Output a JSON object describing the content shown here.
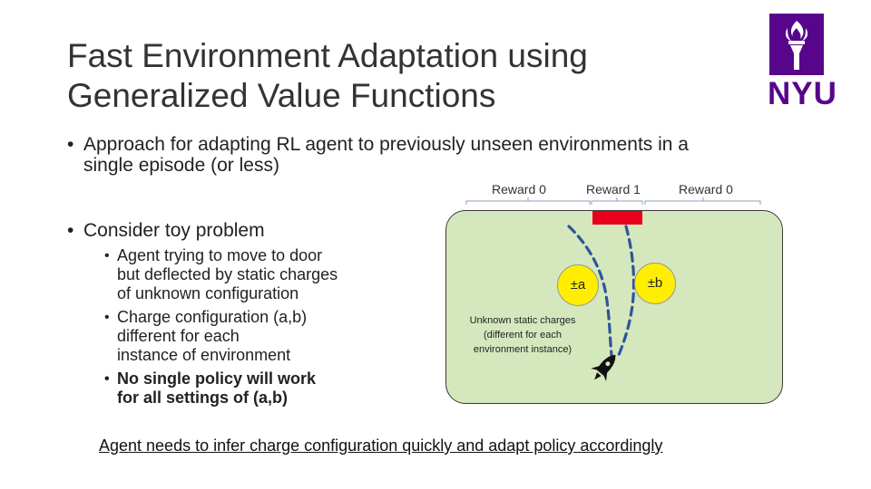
{
  "slide": {
    "title_line1": "Fast Environment Adaptation using",
    "title_line2": "Generalized Value Functions",
    "logo_text": "NYU",
    "bullets": [
      {
        "line1": "Approach for adapting RL agent to previously unseen environments in a",
        "line2": "single episode (or less)"
      },
      {
        "line1": "Consider toy problem"
      }
    ],
    "sub_bullets": [
      {
        "lines": [
          "Agent trying to move to door",
          "but deflected by static charges",
          "of unknown configuration"
        ]
      },
      {
        "lines": [
          "Charge configuration (a,b)",
          "different for each",
          "instance of environment"
        ]
      },
      {
        "lines": [
          "No single policy will work",
          "for all settings of (a,b)"
        ]
      }
    ],
    "footer": "Agent needs to infer charge configuration quickly and adapt policy accordingly"
  },
  "diagram": {
    "rewards": [
      "Reward 0",
      "Reward 1",
      "Reward 0"
    ],
    "charges": [
      "±a",
      "±b"
    ],
    "caption_lines": [
      "Unknown static charges",
      "(different for each",
      "environment instance)"
    ],
    "colors": {
      "environment": "#d5e8bd",
      "door": "#e8001c",
      "charge": "#ffee00",
      "path": "#2f5597",
      "logo": "#57068c"
    },
    "icons": [
      "torch-icon",
      "rocket-icon"
    ]
  }
}
